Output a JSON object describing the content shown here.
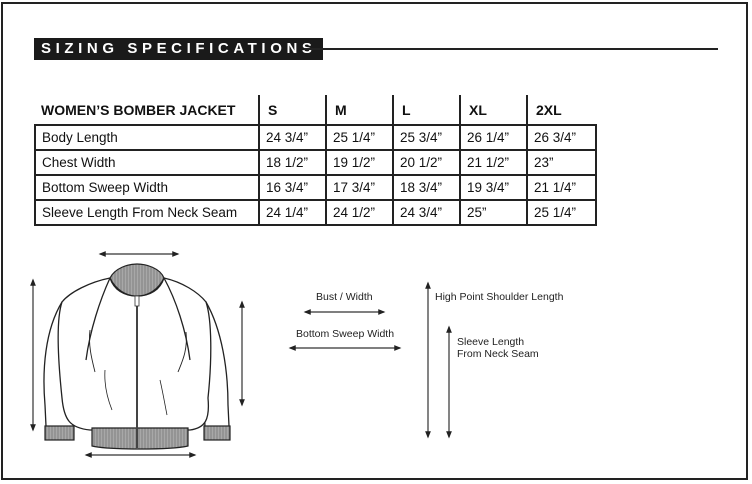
{
  "header": {
    "title": "SIZING SPECIFICATIONS"
  },
  "table": {
    "product": "WOMEN’S BOMBER JACKET",
    "sizes": [
      "S",
      "M",
      "L",
      "XL",
      "2XL"
    ],
    "rows": [
      {
        "label": "Body Length",
        "values": [
          "24 3/4”",
          "25 1/4”",
          "25 3/4”",
          "26 1/4”",
          "26 3/4”"
        ]
      },
      {
        "label": "Chest Width",
        "values": [
          "18 1/2”",
          "19 1/2”",
          "20 1/2”",
          "21 1/2”",
          "23”"
        ]
      },
      {
        "label": "Bottom Sweep Width",
        "values": [
          "16 3/4”",
          "17 3/4”",
          "18 3/4”",
          "19 3/4”",
          "21 1/4”"
        ]
      },
      {
        "label": "Sleeve Length From Neck Seam",
        "values": [
          "24 1/4”",
          "24 1/2”",
          "24 3/4”",
          "25”",
          "25 1/4”"
        ]
      }
    ]
  },
  "legend": {
    "bust": "Bust / Width",
    "bottom_sweep": "Bottom Sweep Width",
    "shoulder": "High Point Shoulder Length",
    "sleeve_line1": "Sleeve Length",
    "sleeve_line2": "From Neck Seam"
  },
  "colors": {
    "banner_bg": "#1a1a1a",
    "ribbing": "#9a9a9a",
    "line": "#222222"
  }
}
